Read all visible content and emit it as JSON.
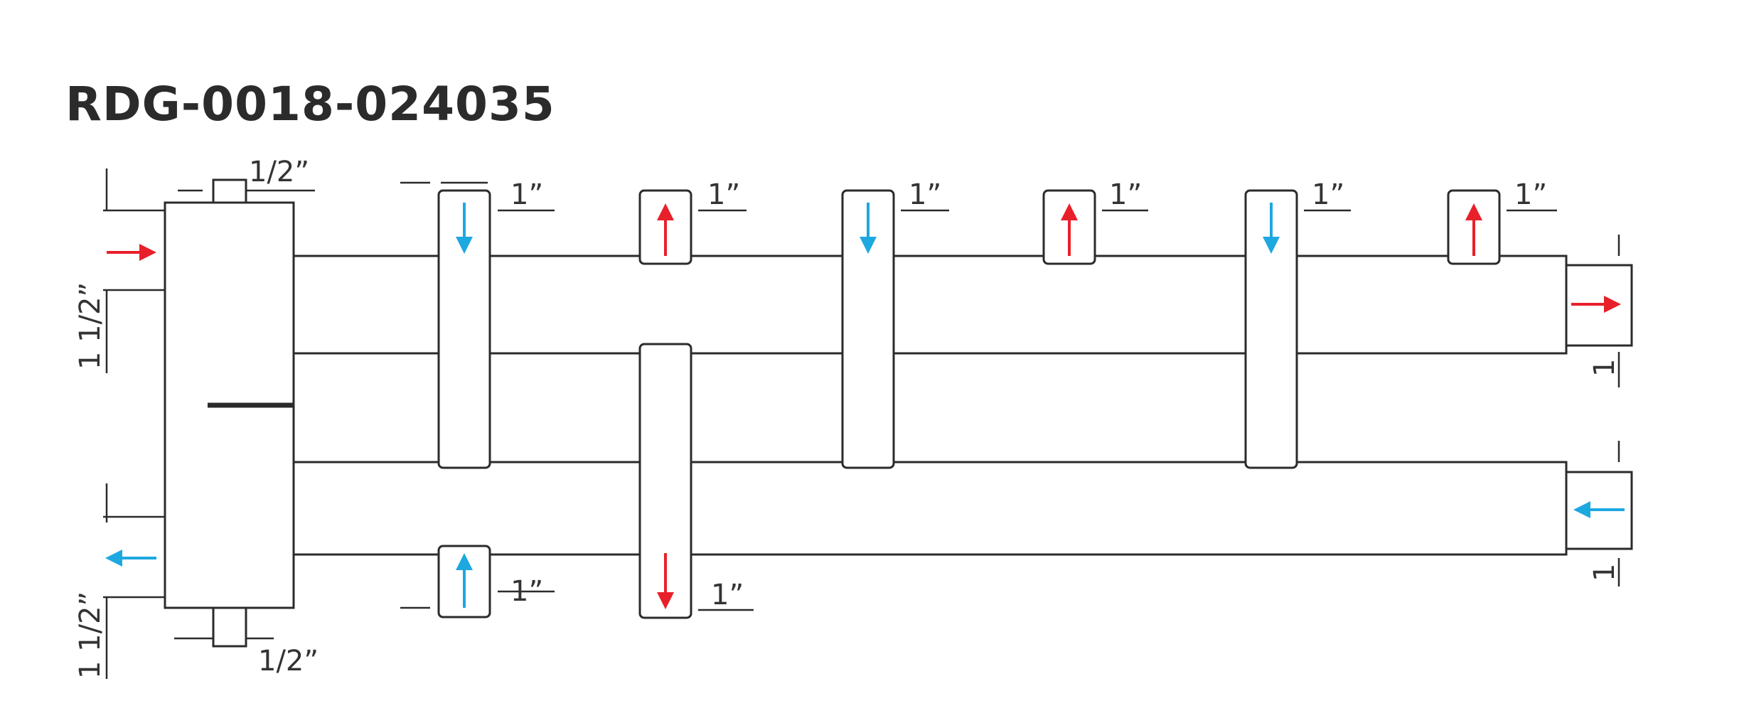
{
  "title": "RDG-0018-024035",
  "colors": {
    "supply": "#e8202a",
    "return": "#1ea8e0",
    "line": "#2b2b2b"
  },
  "labels": {
    "top_vent": "1/2ˮ",
    "bottom_drain": "1/2ˮ",
    "left_inlet": "1 1/2ˮ",
    "left_outlet": "1 1/2ˮ",
    "right_supply": "1",
    "right_return": "1",
    "branch_t1": "1ˮ",
    "branch_t2": "1ˮ",
    "branch_t3": "1ˮ",
    "branch_t4": "1ˮ",
    "branch_t5": "1ˮ",
    "branch_t6": "1ˮ",
    "branch_b1": "1ˮ",
    "branch_b2": "1ˮ"
  }
}
